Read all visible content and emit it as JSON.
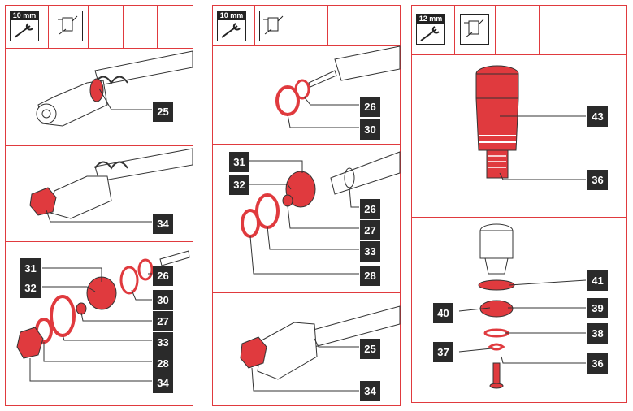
{
  "panels": [
    {
      "wrench_size": "10 mm",
      "sections": [
        {
          "callouts": [
            "25"
          ]
        },
        {
          "callouts": [
            "34"
          ]
        },
        {
          "callouts": [
            "31",
            "32",
            "26",
            "30",
            "27",
            "33",
            "28",
            "34"
          ]
        }
      ]
    },
    {
      "wrench_size": "10 mm",
      "sections": [
        {
          "callouts": [
            "26",
            "30"
          ]
        },
        {
          "callouts": [
            "31",
            "32",
            "26",
            "27",
            "33",
            "28"
          ]
        },
        {
          "callouts": [
            "25",
            "34"
          ]
        }
      ]
    },
    {
      "wrench_size": "12 mm",
      "sections": [
        {
          "callouts": [
            "43",
            "36"
          ]
        },
        {
          "callouts": [
            "41",
            "40",
            "39",
            "38",
            "37",
            "36"
          ]
        }
      ]
    }
  ],
  "icons": {
    "tool1": "wrench-icon",
    "tool2": "valve-tool-icon"
  },
  "colors": {
    "frame": "#e03a3e",
    "part": "#e03a3e",
    "label_bg": "#2a2a2a"
  }
}
